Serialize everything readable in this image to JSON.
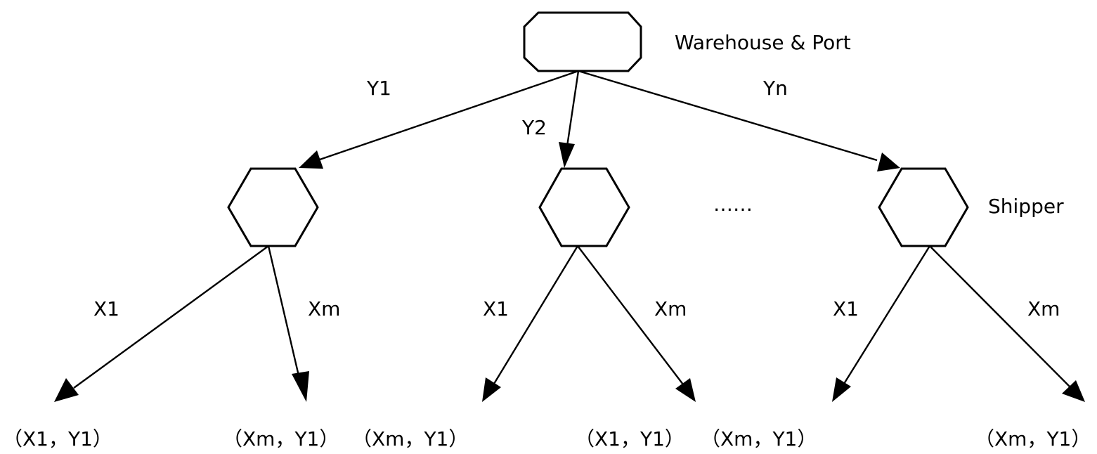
{
  "labels": {
    "root": "Warehouse & Port",
    "shipper": "Shipper",
    "ellipsis": "……"
  },
  "edges": {
    "y1": "Y1",
    "y2": "Y2",
    "yn": "Yn",
    "left_x1": "X1",
    "left_xm": "Xm",
    "middle_x1": "X1",
    "middle_xm": "Xm",
    "right_x1": "X1",
    "right_xm": "Xm"
  },
  "leaves": [
    "（X1，Y1）",
    "（Xm，Y1）",
    "（Xm，Y1）",
    "（X1，Y1）",
    "（Xm，Y1）",
    "（Xm，Y1）"
  ],
  "colors": {
    "stroke": "#000000",
    "fill": "#ffffff",
    "text": "#000000"
  }
}
